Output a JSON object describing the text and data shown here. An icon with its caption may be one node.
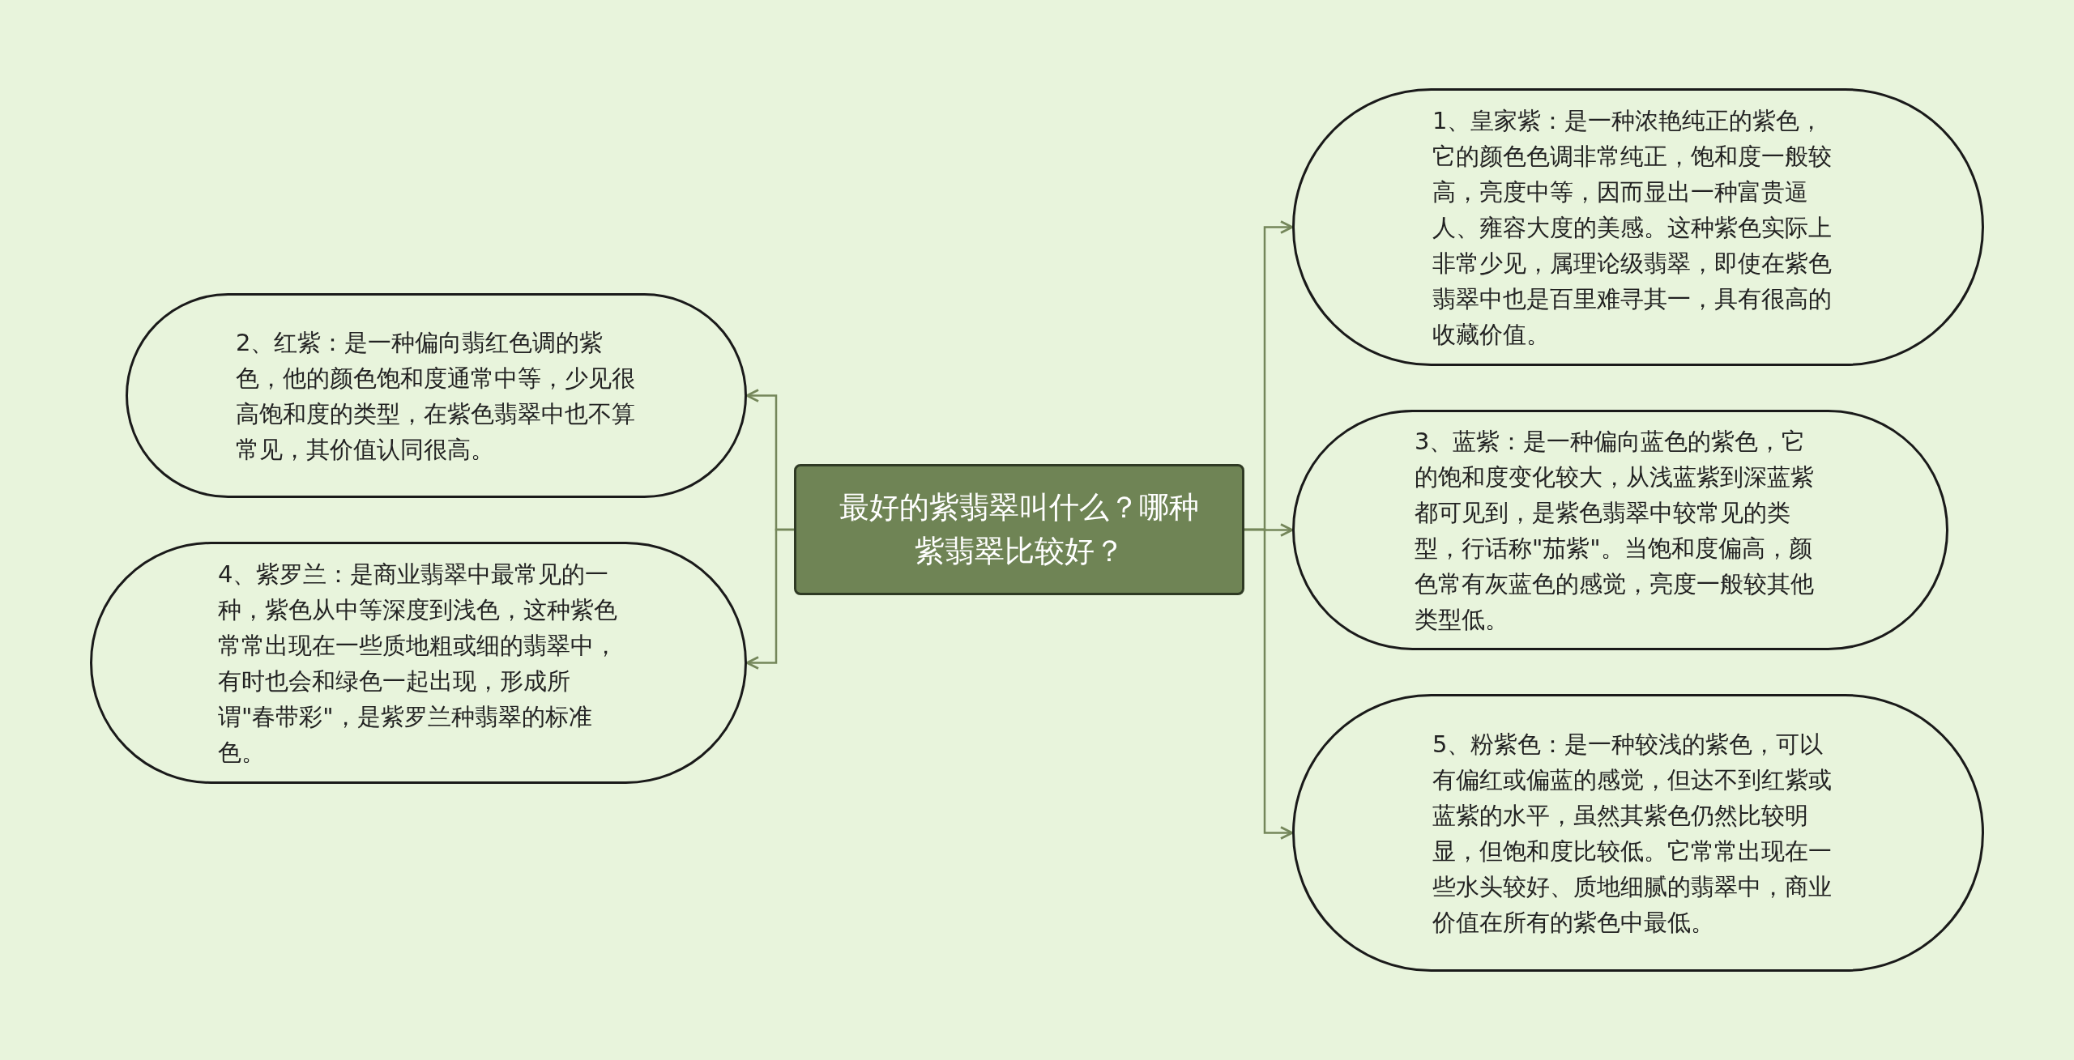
{
  "diagram": {
    "nodes": [
      {
        "text": [
          "最好的紫翡翠叫什么？哪种紫翡翠比较好？"
        ]
      },
      {
        "text": [
          "1、皇家紫：是一种浓艳纯正的紫色，它的颜色色调非常纯正，饱和度一般较高，亮度中等，因而显出一种富贵逼人、雍容大度的美感。这种紫色实际上非常少见，属理论级翡翠，即使在紫色翡翠中也是百里难寻其一，具有很高的收藏价值。"
        ]
      },
      {
        "text": [
          "2、红紫：是一种偏向翡红色调的紫色，他的颜色饱和度通常中等，少见很高饱和度的类型，在紫色翡翠中也不算常见，其价值认同很高。"
        ]
      },
      {
        "text": [
          "3、蓝紫：是一种偏向蓝色的紫色，它的饱和度变化较大，从浅蓝紫到深蓝紫都可见到，是紫色翡翠中较常见的类型，行话称\"茄紫\"。当饱和度偏高，颜色常有灰蓝色的感觉，亮度一般较其他类型低。"
        ]
      },
      {
        "text": [
          "4、紫罗兰：是商业翡翠中最常见的一种，紫色从中等深度到浅色，这种紫色常常出现在一些质地粗或细的翡翠中，有时也会和绿色一起出现，形成所谓\"春带彩\"，是紫罗兰种翡翠的标准色。"
        ]
      },
      {
        "text": [
          "5、粉紫色：是一种较浅的紫色，可以有偏红或偏蓝的感觉，但达不到红紫或蓝紫的水平，虽然其紫色仍然比较明显，但饱和度比较低。它常常出现在一些水头较好、质地细腻的翡翠中，商业价值在所有的紫色中最低。"
        ]
      }
    ],
    "edges": [
      {
        "from": 0,
        "to": 1,
        "arrow": "to"
      },
      {
        "from": 0,
        "to": 2,
        "arrow": "to"
      },
      {
        "from": 0,
        "to": 3,
        "arrow": "to"
      },
      {
        "from": 0,
        "to": 4,
        "arrow": "to"
      },
      {
        "from": 0,
        "to": 5,
        "arrow": "to"
      }
    ]
  }
}
